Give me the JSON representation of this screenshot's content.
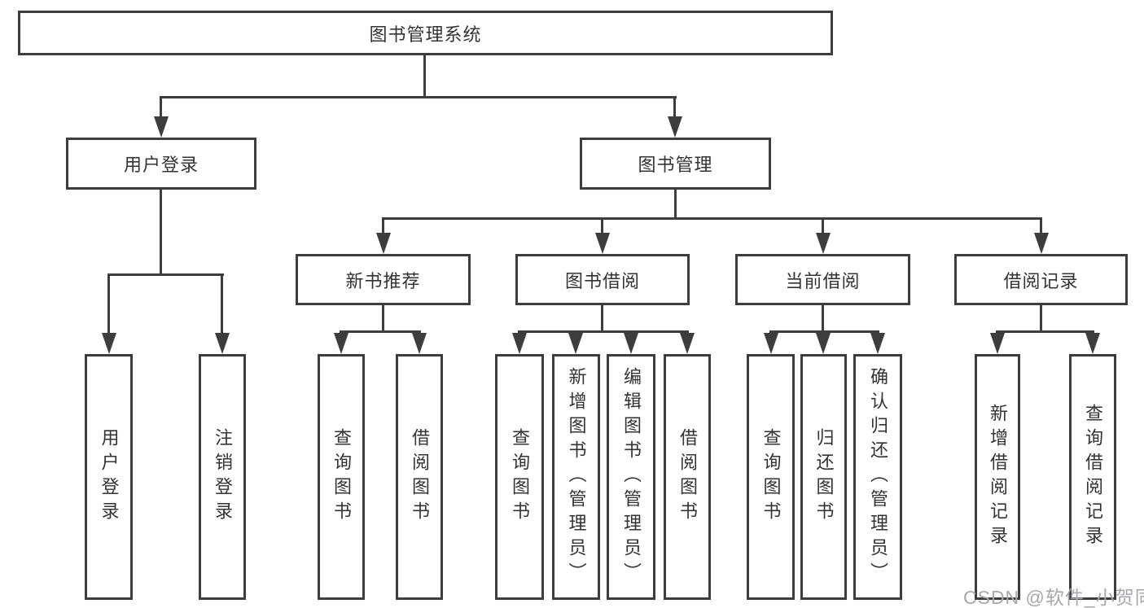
{
  "diagram": {
    "type": "tree",
    "tree": {
      "label": "图书管理系统",
      "children": [
        {
          "label": "用户登录",
          "children": [
            {
              "label": "用户登录"
            },
            {
              "label": "注销登录"
            }
          ]
        },
        {
          "label": "图书管理",
          "children": [
            {
              "label": "新书推荐",
              "children": [
                {
                  "label": "查询图书"
                },
                {
                  "label": "借阅图书"
                }
              ]
            },
            {
              "label": "图书借阅",
              "children": [
                {
                  "label": "查询图书"
                },
                {
                  "label": "新增图书（管理员）"
                },
                {
                  "label": "编辑图书（管理员）"
                },
                {
                  "label": "借阅图书"
                }
              ]
            },
            {
              "label": "当前借阅",
              "children": [
                {
                  "label": "查询图书"
                },
                {
                  "label": "归还图书"
                },
                {
                  "label": "确认归还（管理员）"
                }
              ]
            },
            {
              "label": "借阅记录",
              "children": [
                {
                  "label": "新增借阅记录"
                },
                {
                  "label": "查询借阅记录"
                }
              ]
            }
          ]
        }
      ]
    },
    "colors": {
      "line": "#3d3d3d",
      "box_border": "#3d3d3d",
      "text": "#333333",
      "background": "#ffffff",
      "watermark": "#a7a7ae"
    }
  },
  "watermark": {
    "text": "CSDN @软件_小贺同学"
  }
}
